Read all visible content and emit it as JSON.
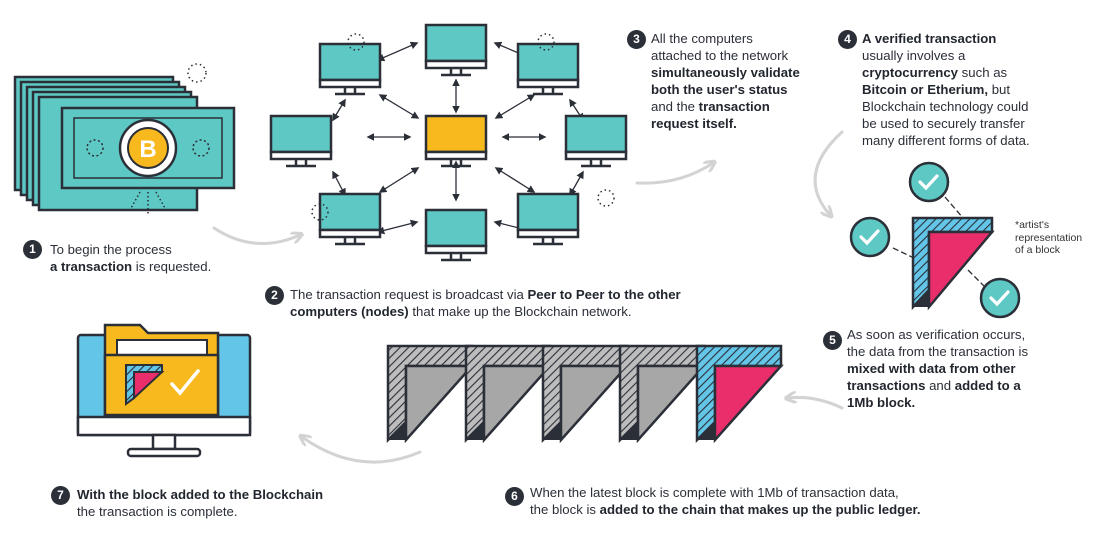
{
  "steps": [
    {
      "num": "1",
      "lines": [
        [
          "To begin the process"
        ],
        [
          {
            "b": "a transaction"
          },
          " is requested."
        ]
      ]
    },
    {
      "num": "2",
      "lines": [
        [
          "The transaction request is broadcast via ",
          {
            "b": "Peer to Peer to the other"
          }
        ],
        [
          {
            "b": "computers (nodes)"
          },
          " that make up the Blockchain network."
        ]
      ]
    },
    {
      "num": "3",
      "lines": [
        [
          "All the computers"
        ],
        [
          "attached to the network"
        ],
        [
          {
            "b": "simultaneously validate"
          }
        ],
        [
          {
            "b": "both the user's status"
          }
        ],
        [
          "and the ",
          {
            "b": "transaction"
          }
        ],
        [
          {
            "b": "request itself."
          }
        ]
      ]
    },
    {
      "num": "4",
      "lines": [
        [
          {
            "b": "A verified transaction"
          }
        ],
        [
          "usually involves a"
        ],
        [
          {
            "b": "cryptocurrency"
          },
          " such as"
        ],
        [
          {
            "b": "Bitcoin or Etherium,"
          },
          " but"
        ],
        [
          "Blockchain technology could"
        ],
        [
          "be used to securely transfer"
        ],
        [
          "many different forms of data."
        ]
      ]
    },
    {
      "num": "5",
      "lines": [
        [
          "As soon as verification occurs,"
        ],
        [
          "the data from the transaction is"
        ],
        [
          {
            "b": "mixed with data from other"
          }
        ],
        [
          {
            "b": "transactions"
          },
          " and ",
          {
            "b": "added to a"
          }
        ],
        [
          {
            "b": "1Mb block."
          }
        ]
      ]
    },
    {
      "num": "6",
      "lines": [
        [
          "When the latest block is complete with 1Mb of transaction data,"
        ],
        [
          "the block is ",
          {
            "b": "added to the chain that makes up the public ledger."
          }
        ]
      ]
    },
    {
      "num": "7",
      "lines": [
        [
          {
            "b": "With the block added to the Blockchain"
          }
        ],
        [
          "the transaction is complete."
        ]
      ]
    }
  ],
  "block_note": [
    "*artist's",
    "representation",
    "of a block"
  ],
  "coin_letter": "B",
  "colors": {
    "dark": "#2b2f38",
    "teal": "#5ec8c4",
    "gold": "#f7b91d",
    "pink": "#ea2e6b",
    "blue": "#63c6e8",
    "gray": "#a7a7a7",
    "arrow": "#d6d6d6"
  }
}
